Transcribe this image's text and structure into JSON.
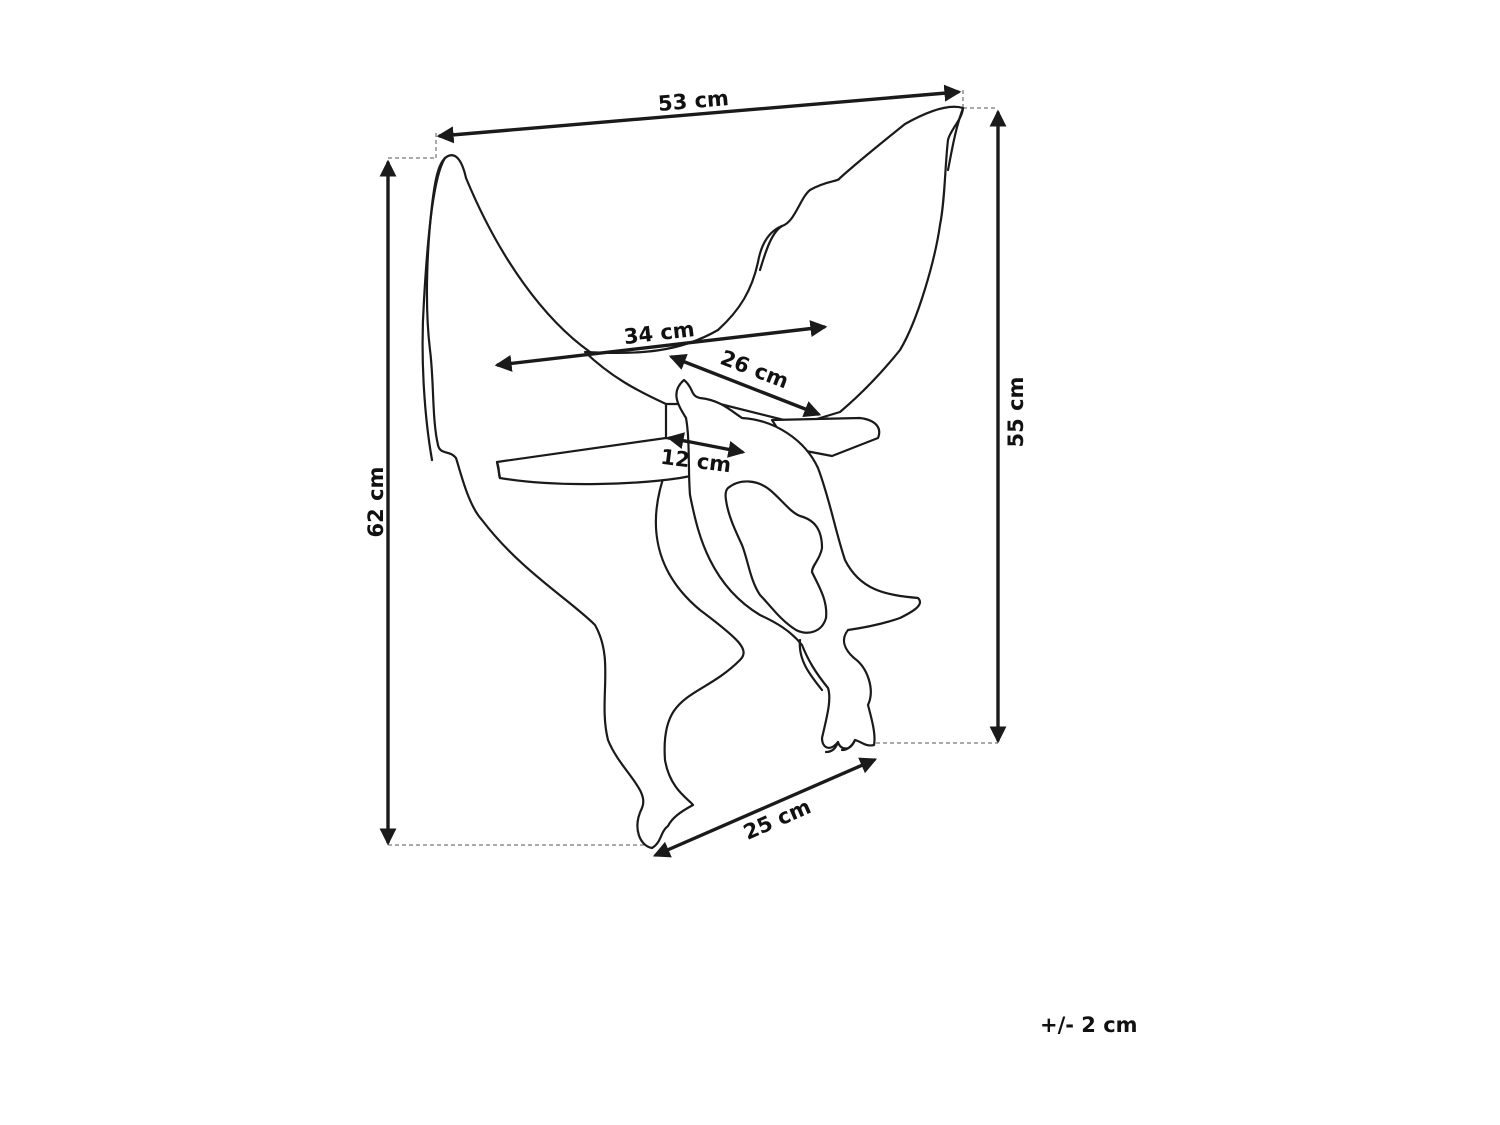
{
  "dimensions": {
    "total_width": "53 cm",
    "total_height": "62 cm",
    "side_height": "55 cm",
    "shelf_width": "34 cm",
    "shelf_depth": "26 cm",
    "shelf_inner_depth": "12 cm",
    "base_depth": "25 cm"
  },
  "tolerance": "+/- 2 cm",
  "colors": {
    "line": "#1a1a1a",
    "guide": "#555555",
    "background": "#ffffff"
  }
}
